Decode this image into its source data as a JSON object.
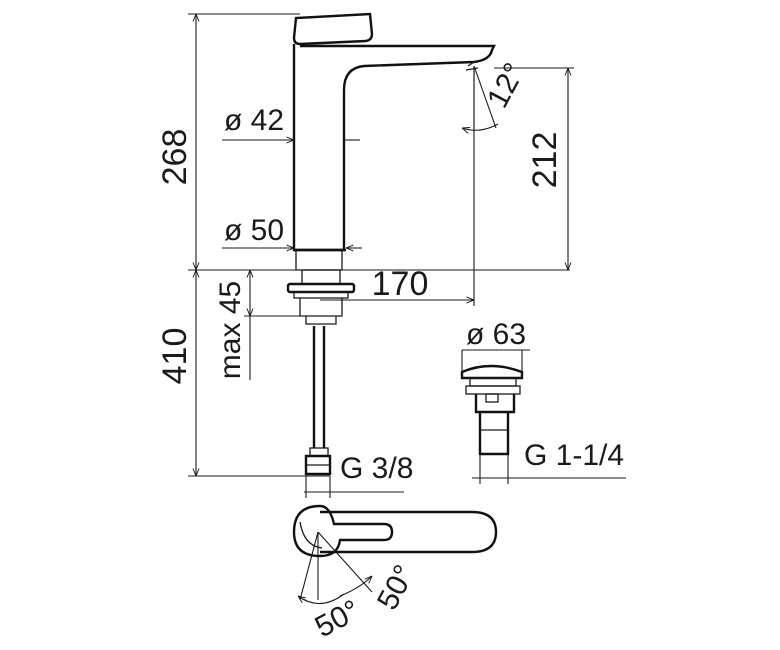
{
  "dimensions": {
    "total_height": "268",
    "spout_height": "212",
    "body_diameter": "ø 42",
    "base_diameter": "ø 50",
    "spout_reach": "170",
    "max_thickness": "max 45",
    "hose_length": "410",
    "inlet_thread": "G 3/8",
    "waste_diameter": "ø 63",
    "waste_thread": "G 1-1/4",
    "spout_angle": "12°",
    "lever_angle_left": "50°",
    "lever_angle_right": "50°"
  }
}
